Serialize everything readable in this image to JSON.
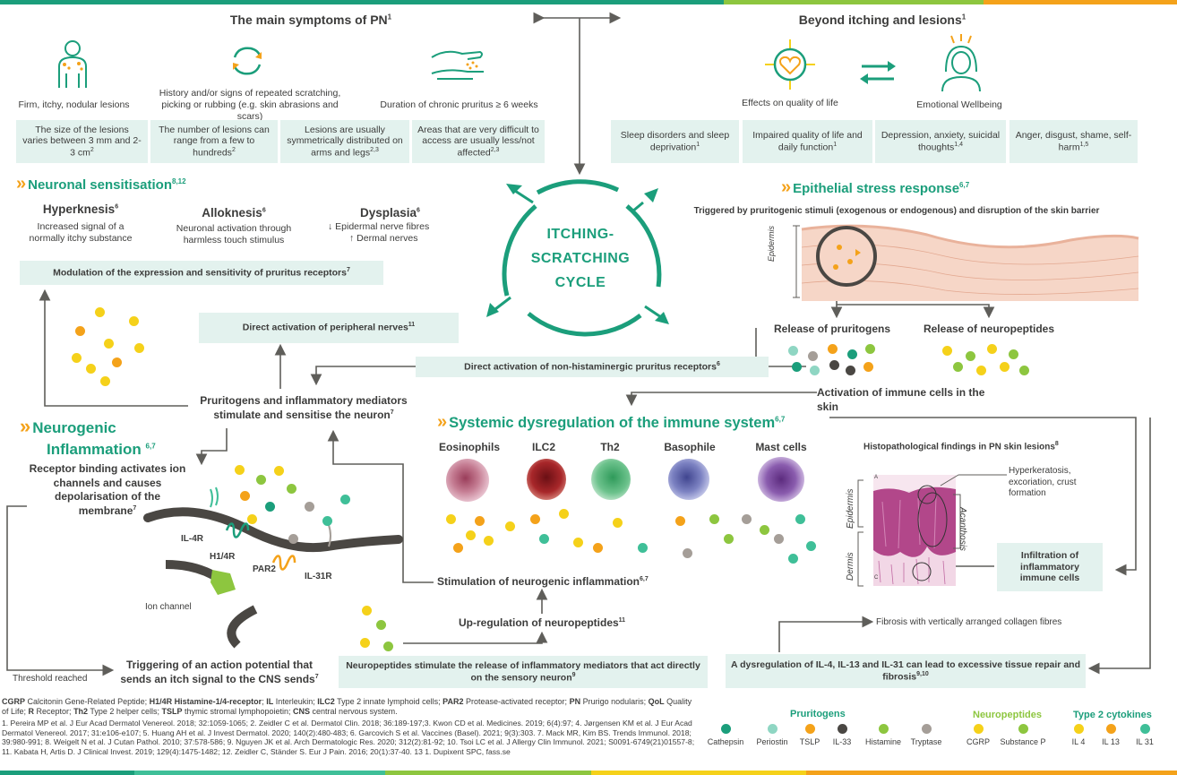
{
  "colors": {
    "green": "#1b9e7b",
    "lightgreen": "#8dc63f",
    "orange": "#f4a21a",
    "yellow": "#f5d11a",
    "teal": "#3fbf98",
    "boxbg": "#e3f2ee",
    "arrow": "#5f5e5a",
    "purple": "#4b3a6b"
  },
  "symptoms": {
    "title": "The main symptoms of PN",
    "title_sup": "1",
    "items": [
      {
        "icon": "person-nodules-icon",
        "label": "Firm, itchy, nodular lesions"
      },
      {
        "icon": "cycle-arrows-icon",
        "label": "History and/or signs of repeated scratching, picking or rubbing (e.g. skin abrasions and scars)"
      },
      {
        "icon": "scratching-hand-icon",
        "label": "Duration of chronic pruritus ≥ 6 weeks"
      }
    ],
    "boxes": [
      {
        "text": "The size of the lesions varies between 3 mm and 2-3 cm",
        "sup": "2"
      },
      {
        "text": "The number of lesions can range from a few to hundreds",
        "sup": "2"
      },
      {
        "text": "Lesions are usually symmetrically distributed on arms and legs",
        "sup": "2,3"
      },
      {
        "text": "Areas that are very difficult to access are usually less/not affected",
        "sup": "2,3"
      }
    ]
  },
  "beyond": {
    "title": "Beyond itching and lesions",
    "title_sup": "1",
    "items": [
      {
        "icon": "heart-target-icon",
        "label": "Effects on quality of life"
      },
      {
        "icon": "exchange-arrows-icon",
        "label": ""
      },
      {
        "icon": "stressed-woman-icon",
        "label": "Emotional Wellbeing"
      }
    ],
    "boxes": [
      {
        "text": "Sleep disorders and sleep deprivation",
        "sup": "1"
      },
      {
        "text": "Impaired quality of life and daily function",
        "sup": "1"
      },
      {
        "text": "Depression, anxiety, suicidal thoughts",
        "sup": "1,4"
      },
      {
        "text": "Anger, disgust, shame, self-harm",
        "sup": "1,5"
      }
    ]
  },
  "cycle": {
    "line1": "ITCHING-",
    "line2": "SCRATCHING",
    "line3": "CYCLE"
  },
  "neuronal": {
    "title": "Neuronal sensitisation",
    "title_sup": "8,12",
    "hyperknesis": {
      "title": "Hyperknesis",
      "sup": "6",
      "text": "Increased signal of a normally itchy substance"
    },
    "alloknesis": {
      "title": "Alloknesis",
      "sup": "6",
      "text": "Neuronal activation through harmless touch stimulus"
    },
    "dysplasia": {
      "title": "Dysplasia",
      "sup": "6",
      "line1": "Epidermal nerve fibres",
      "line2": "Dermal nerves"
    },
    "modulation": {
      "text": "Modulation of the expression and sensitivity of pruritus receptors",
      "sup": "7"
    }
  },
  "epithelial": {
    "title": "Epithelial stress response",
    "title_sup": "6,7",
    "trigger": "Triggered by pruritogenic stimuli (exogenous or endogenous) and disruption of the skin barrier",
    "epidermis": "Epidermis",
    "release_pruritogens": "Release of pruritogens",
    "release_neuropeptides": "Release of neuropeptides",
    "activation": "Activation of immune cells in the skin"
  },
  "middle": {
    "direct_peripheral": {
      "text": "Direct activation of peripheral nerves",
      "sup": "11"
    },
    "direct_nonhist": {
      "text": "Direct activation of non-histaminergic pruritus receptors",
      "sup": "6"
    },
    "pruritogens_stim": {
      "text": "Pruritogens and inflammatory mediators stimulate and sensitise the neuron",
      "sup": "7"
    }
  },
  "neurogenic": {
    "title_line1": "Neurogenic",
    "title_line2": "Inflammation",
    "title_sup": "6,7",
    "receptor": {
      "text": "Receptor binding activates ion channels and causes depolarisation of the membrane",
      "sup": "7"
    },
    "labels": {
      "il4r": "IL-4R",
      "h14r": "H1/4R",
      "par2": "PAR2",
      "il31r": "IL-31R",
      "ion": "Ion channel"
    },
    "threshold": "Threshold reached",
    "trigger": {
      "text": "Triggering of an action potential that sends an itch signal to the CNS sends",
      "sup": "7"
    }
  },
  "systemic": {
    "title": "Systemic dysregulation of the immune system",
    "title_sup": "6,7",
    "cells": [
      "Eosinophils",
      "ILC2",
      "Th2",
      "Basophile",
      "Mast cells"
    ],
    "stimulation": {
      "text": "Stimulation of neurogenic inflammation",
      "sup": "6,7"
    },
    "upregulation": {
      "text": "Up-regulation of neuropeptides",
      "sup": "11"
    },
    "neuropeptides_box": {
      "text": "Neuropeptides stimulate the release of inflammatory mediators that act directly on the sensory neuron",
      "sup": "9"
    }
  },
  "histo": {
    "title": "Histopathological findings in PN skin lesions",
    "title_sup": "8",
    "hyperkeratosis": "Hyperkeratosis, excoriation, crust formation",
    "acanthosis": "Acanthosis",
    "epidermis": "Epidermis",
    "dermis": "Dermis",
    "infiltration": "Infiltration of inflammatory immune cells",
    "fibrosis": "Fibrosis with vertically arranged collagen fibres",
    "letter_a": "A",
    "letter_c": "C",
    "dysregulation": {
      "text": "A dysregulation of IL-4, IL-13 and IL-31 can lead to excessive tissue repair and fibrosis",
      "sup": "9,10"
    }
  },
  "abbreviations": [
    {
      "b": "CGRP",
      "t": " Calcitonin Gene-Related Peptide; "
    },
    {
      "b": "H1/4R",
      "t": "  "
    },
    {
      "b": "Histamine-1/4-receptor",
      "t": "; "
    },
    {
      "b": "IL",
      "t": " Interleukin; "
    },
    {
      "b": "ILC2",
      "t": " Type 2 innate lymphoid cells; "
    },
    {
      "b": "PAR2",
      "t": " Protease-activated receptor; "
    },
    {
      "b": "PN",
      "t": " Prurigo nodularis;  "
    },
    {
      "b": "QoL",
      "t": " Quality of Life; "
    },
    {
      "b": "R",
      "t": " Receptor; "
    },
    {
      "b": "Th2",
      "t": " Type 2 helper cells; "
    },
    {
      "b": "TSLP",
      "t": " thymic stromal lymphopoietin; "
    },
    {
      "b": "CNS",
      "t": " central nervous system."
    }
  ],
  "references": "1. Pereira MP et al. J Eur Acad Dermatol Venereol. 2018; 32:1059-1065; 2. Zeidler C et al. Dermatol Clin. 2018; 36:189-197;3. Kwon CD et al. Medicines. 2019; 6(4):97; 4. Jørgensen KM et al. J Eur Acad Dermatol Venereol. 2017; 31:e106-e107; 5. Huang AH et al. J Invest Dermatol. 2020; 140(2):480-483; 6. Garcovich S et al. Vaccines (Basel). 2021; 9(3):303. 7. Mack MR, Kim BS. Trends Immunol. 2018; 39:980-991; 8. Weigelt N et al. J Cutan Pathol. 2010; 37:578-586; 9. Nguyen JK et al. Arch Dermatologic Res. 2020; 312(2):81-92; 10. Tsoi LC et al. J Allergy Clin Immunol. 2021; S0091-6749(21)01557-8; 11. Kabata H, Artis D. J Clinical Invest. 2019; 129(4):1475-1482; 12. Zeidler C, Ständer S. Eur J Pain. 2016; 20(1):37-40. 13 1. Dupixent SPC, fass.se",
  "legend": {
    "pruritogens": {
      "title": "Pruritogens",
      "items": [
        {
          "label": "Cathepsin",
          "color": "#1b9e7b"
        },
        {
          "label": "Periostin",
          "color": "#8fd6c3"
        },
        {
          "label": "TSLP",
          "color": "#f4a21a"
        },
        {
          "label": "IL-33",
          "color": "#4a4743"
        },
        {
          "label": "Histamine",
          "color": "#8dc63f"
        },
        {
          "label": "Tryptase",
          "color": "#a59e98"
        }
      ]
    },
    "neuropeptides": {
      "title": "Neuropeptides",
      "items": [
        {
          "label": "CGRP",
          "color": "#f5d11a"
        },
        {
          "label": "Substance P",
          "color": "#8dc63f"
        }
      ]
    },
    "cytokines": {
      "title": "Type 2 cytokines",
      "items": [
        {
          "label": "IL 4",
          "color": "#f5d11a"
        },
        {
          "label": "IL 13",
          "color": "#f4a21a"
        },
        {
          "label": "IL 31",
          "color": "#3fbf98"
        }
      ]
    }
  }
}
